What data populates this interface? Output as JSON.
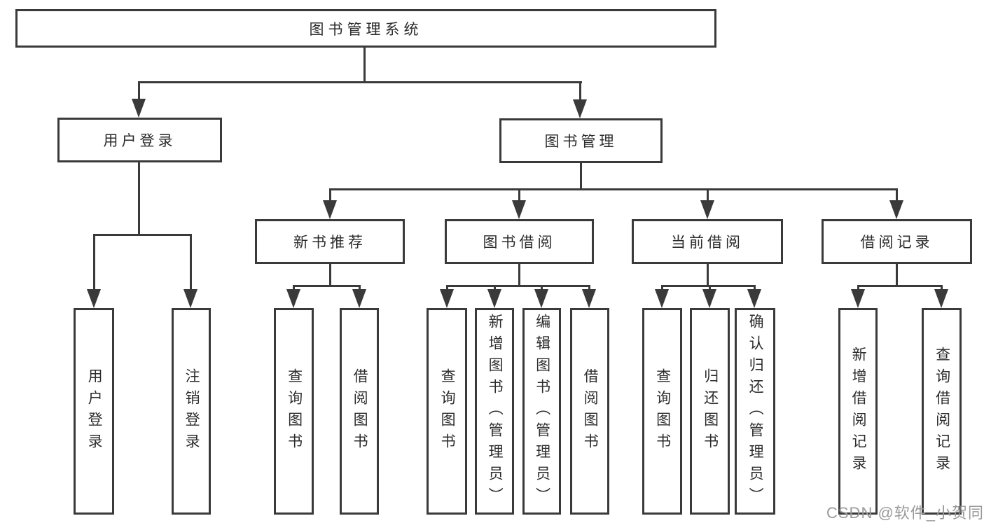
{
  "diagram": {
    "root": {
      "label": "图书管理系统"
    },
    "branches": [
      {
        "label": "用户登录",
        "children": [
          {
            "label": "用户登录"
          },
          {
            "label": "注销登录"
          }
        ]
      },
      {
        "label": "图书管理",
        "children": [
          {
            "label": "新书推荐",
            "children": [
              {
                "label": "查询图书"
              },
              {
                "label": "借阅图书"
              }
            ]
          },
          {
            "label": "图书借阅",
            "children": [
              {
                "label": "查询图书"
              },
              {
                "label": "新增图书（管理员）"
              },
              {
                "label": "编辑图书（管理员）"
              },
              {
                "label": "借阅图书"
              }
            ]
          },
          {
            "label": "当前借阅",
            "children": [
              {
                "label": "查询图书"
              },
              {
                "label": "归还图书"
              },
              {
                "label": "确认归还（管理员）"
              }
            ]
          },
          {
            "label": "借阅记录",
            "children": [
              {
                "label": "新增借阅记录"
              },
              {
                "label": "查询借阅记录"
              }
            ]
          }
        ]
      }
    ]
  },
  "watermark": {
    "text": "CSDN @软件_小贺同学"
  },
  "colors": {
    "line": "#3a3a3a",
    "text": "#2c2c2c",
    "background": "#ffffff",
    "watermark": "#9a9a9a"
  }
}
